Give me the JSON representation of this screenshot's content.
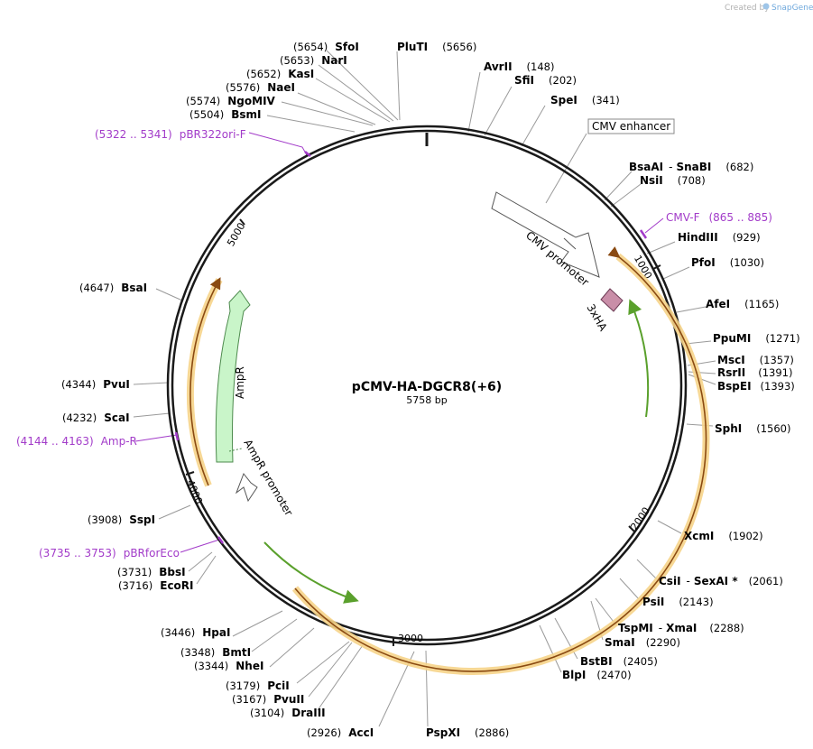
{
  "credit": {
    "created_by": "Created by",
    "brand": "SnapGene"
  },
  "plasmid": {
    "name": "pCMV-HA-DGCR8(+6)",
    "length": "5758 bp"
  },
  "ticks": [
    "1000",
    "2000",
    "3000",
    "4000",
    "5000"
  ],
  "features": {
    "cmv_enhancer": "CMV enhancer",
    "cmv_promoter": "CMV promoter",
    "tag": "3xHA",
    "ampr": "AmpR",
    "ampr_promoter": "AmpR promoter"
  },
  "primers": [
    {
      "name": "pBR322ori-F",
      "range": "(5322 .. 5341)"
    },
    {
      "name": "CMV-F",
      "range": "(865 .. 885)"
    },
    {
      "name": "Amp-R",
      "range": "(4144 .. 4163)"
    },
    {
      "name": "pBRforEco",
      "range": "(3735 .. 3753)"
    }
  ],
  "enzymes": [
    {
      "name": "SfoI",
      "pos": "(5654)"
    },
    {
      "name": "NarI",
      "pos": "(5653)"
    },
    {
      "name": "KasI",
      "pos": "(5652)"
    },
    {
      "name": "NaeI",
      "pos": "(5576)"
    },
    {
      "name": "NgoMIV",
      "pos": "(5574)"
    },
    {
      "name": "BsmI",
      "pos": "(5504)"
    },
    {
      "name": "PluTI",
      "pos": "(5656)"
    },
    {
      "name": "AvrII",
      "pos": "(148)"
    },
    {
      "name": "SfiI",
      "pos": "(202)"
    },
    {
      "name": "SpeI",
      "pos": "(341)"
    },
    {
      "name": "BsaAI",
      "pos": ""
    },
    {
      "name": "SnaBI",
      "pos": "(682)"
    },
    {
      "name": "NsiI",
      "pos": "(708)"
    },
    {
      "name": "HindIII",
      "pos": "(929)"
    },
    {
      "name": "PfoI",
      "pos": "(1030)"
    },
    {
      "name": "AfeI",
      "pos": "(1165)"
    },
    {
      "name": "PpuMI",
      "pos": "(1271)"
    },
    {
      "name": "MscI",
      "pos": "(1357)"
    },
    {
      "name": "RsrII",
      "pos": "(1391)"
    },
    {
      "name": "BspEI",
      "pos": "(1393)"
    },
    {
      "name": "SphI",
      "pos": "(1560)"
    },
    {
      "name": "XcmI",
      "pos": "(1902)"
    },
    {
      "name": "CsiI",
      "pos": ""
    },
    {
      "name": "SexAI *",
      "pos": "(2061)"
    },
    {
      "name": "PsiI",
      "pos": "(2143)"
    },
    {
      "name": "TspMI",
      "pos": ""
    },
    {
      "name": "XmaI",
      "pos": "(2288)"
    },
    {
      "name": "SmaI",
      "pos": "(2290)"
    },
    {
      "name": "BstBI",
      "pos": "(2405)"
    },
    {
      "name": "BlpI",
      "pos": "(2470)"
    },
    {
      "name": "PspXI",
      "pos": "(2886)"
    },
    {
      "name": "AccI",
      "pos": "(2926)"
    },
    {
      "name": "DraIII",
      "pos": "(3104)"
    },
    {
      "name": "PvuII",
      "pos": "(3167)"
    },
    {
      "name": "PciI",
      "pos": "(3179)"
    },
    {
      "name": "NheI",
      "pos": "(3344)"
    },
    {
      "name": "BmtI",
      "pos": "(3348)"
    },
    {
      "name": "HpaI",
      "pos": "(3446)"
    },
    {
      "name": "EcoRI",
      "pos": "(3716)"
    },
    {
      "name": "BbsI",
      "pos": "(3731)"
    },
    {
      "name": "SspI",
      "pos": "(3908)"
    },
    {
      "name": "ScaI",
      "pos": "(4232)"
    },
    {
      "name": "PvuI",
      "pos": "(4344)"
    },
    {
      "name": "BsaI",
      "pos": "(4647)"
    }
  ],
  "colors": {
    "backbone": "#1a1a1a",
    "orf_highlight": "#f6d48a",
    "orf_arrow": "#8a4a12",
    "green_arrow": "#5aa02c",
    "ampr_fill": "#c9f5c9",
    "promoter_fill": "#ffffff",
    "tag_fill": "#c98ea8",
    "primer": "#a23bc9"
  }
}
